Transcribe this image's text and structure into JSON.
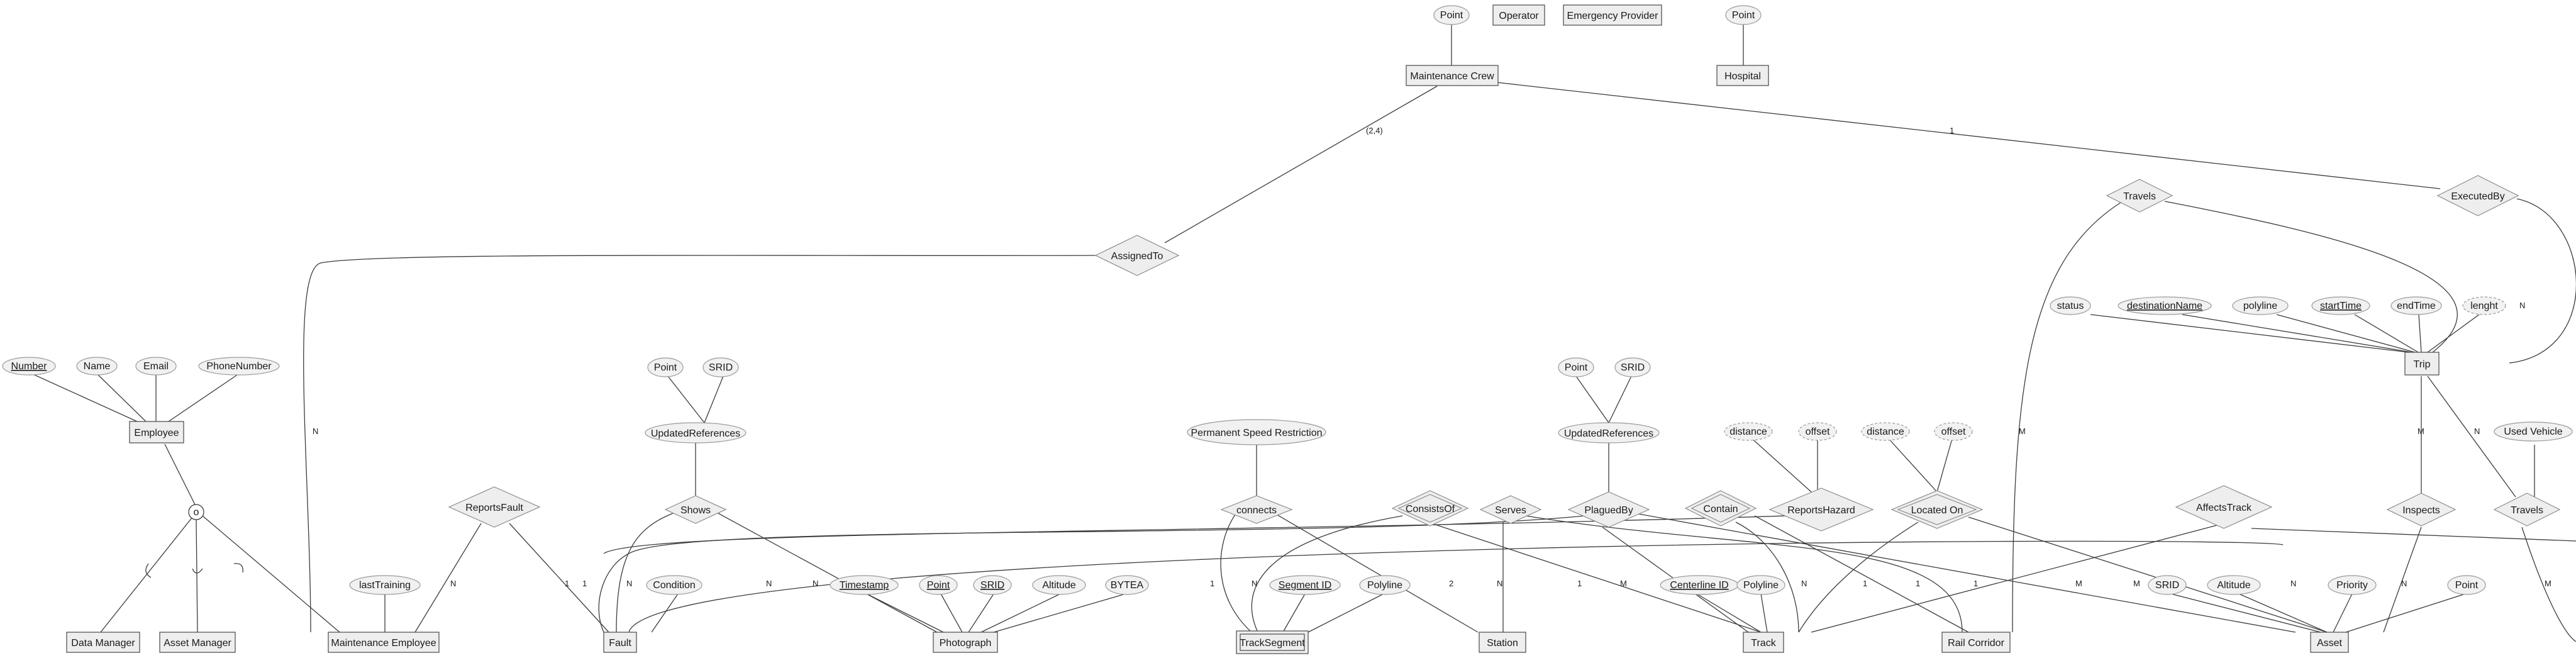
{
  "diagram": {
    "entities": [
      {
        "id": "maintenance_crew",
        "label": "Maintenance Crew"
      },
      {
        "id": "operator",
        "label": "Operator"
      },
      {
        "id": "emergency_provider",
        "label": "Emergency Provider"
      },
      {
        "id": "hospital",
        "label": "Hospital"
      },
      {
        "id": "employee",
        "label": "Employee"
      },
      {
        "id": "data_manager",
        "label": "Data Manager"
      },
      {
        "id": "asset_manager",
        "label": "Asset Manager"
      },
      {
        "id": "maintenance_employee",
        "label": "Maintenance Employee"
      },
      {
        "id": "fault",
        "label": "Fault"
      },
      {
        "id": "photograph",
        "label": "Photograph"
      },
      {
        "id": "track_segment",
        "label": "TrackSegment",
        "weak": true
      },
      {
        "id": "station",
        "label": "Station"
      },
      {
        "id": "track",
        "label": "Track"
      },
      {
        "id": "rail_corridor",
        "label": "Rail Corridor"
      },
      {
        "id": "asset",
        "label": "Asset"
      },
      {
        "id": "trip",
        "label": "Trip"
      }
    ],
    "relationships": [
      {
        "id": "assigned_to",
        "label": "AssignedTo"
      },
      {
        "id": "reports_fault",
        "label": "ReportsFault"
      },
      {
        "id": "shows",
        "label": "Shows"
      },
      {
        "id": "connects",
        "label": "connects"
      },
      {
        "id": "consists_of",
        "label": "ConsistsOf",
        "identifying": true
      },
      {
        "id": "serves",
        "label": "Serves"
      },
      {
        "id": "plagued_by",
        "label": "PlaguedBy"
      },
      {
        "id": "contain",
        "label": "Contain",
        "identifying": true
      },
      {
        "id": "reports_hazard",
        "label": "ReportsHazard"
      },
      {
        "id": "located_on",
        "label": "Located On",
        "identifying": true
      },
      {
        "id": "affects_track",
        "label": "AffectsTrack"
      },
      {
        "id": "inspects",
        "label": "Inspects"
      },
      {
        "id": "travels_top",
        "label": "Travels"
      },
      {
        "id": "executed_by",
        "label": "ExecutedBy"
      },
      {
        "id": "travels_right",
        "label": "Travels"
      }
    ],
    "attributes": [
      {
        "id": "a_point_crew",
        "label": "Point"
      },
      {
        "id": "a_point_hosp",
        "label": "Point"
      },
      {
        "id": "a_number",
        "label": "Number",
        "key": true
      },
      {
        "id": "a_name",
        "label": "Name"
      },
      {
        "id": "a_email",
        "label": "Email"
      },
      {
        "id": "a_phone",
        "label": "PhoneNumber"
      },
      {
        "id": "a_last_training",
        "label": "lastTraining"
      },
      {
        "id": "a_point_fault",
        "label": "Point"
      },
      {
        "id": "a_srid_fault",
        "label": "SRID"
      },
      {
        "id": "a_upd_ref_fault",
        "label": "UpdatedReferences"
      },
      {
        "id": "a_condition",
        "label": "Condition"
      },
      {
        "id": "a_timestamp",
        "label": "Timestamp",
        "key": true
      },
      {
        "id": "a_point_photo",
        "label": "Point",
        "key": true
      },
      {
        "id": "a_srid_photo",
        "label": "SRID",
        "key": true
      },
      {
        "id": "a_altitude_photo",
        "label": "Altitude"
      },
      {
        "id": "a_bytea",
        "label": "BYTEA"
      },
      {
        "id": "a_psr",
        "label": "Permanent Speed Restriction"
      },
      {
        "id": "a_segment_id",
        "label": "Segment ID",
        "key": true
      },
      {
        "id": "a_polyline_seg",
        "label": "Polyline"
      },
      {
        "id": "a_point_plague",
        "label": "Point"
      },
      {
        "id": "a_srid_plague",
        "label": "SRID"
      },
      {
        "id": "a_upd_ref_plague",
        "label": "UpdatedReferences"
      },
      {
        "id": "a_centerline_id",
        "label": "Centerline ID",
        "key": true
      },
      {
        "id": "a_polyline_track",
        "label": "Polyline"
      },
      {
        "id": "a_distance_hazard",
        "label": "distance",
        "derived": true
      },
      {
        "id": "a_offset_hazard",
        "label": "offset",
        "derived": true
      },
      {
        "id": "a_distance_loc",
        "label": "distance",
        "derived": true
      },
      {
        "id": "a_offset_loc",
        "label": "offset",
        "derived": true
      },
      {
        "id": "a_status",
        "label": "status"
      },
      {
        "id": "a_destination",
        "label": "destinationName",
        "key": true
      },
      {
        "id": "a_polyline_trip",
        "label": "polyline"
      },
      {
        "id": "a_start_time",
        "label": "startTime",
        "key": true
      },
      {
        "id": "a_end_time",
        "label": "endTime"
      },
      {
        "id": "a_lenght",
        "label": "lenght",
        "derived": true
      },
      {
        "id": "a_used_vehicle",
        "label": "Used Vehicle"
      },
      {
        "id": "a_srid_asset",
        "label": "SRID"
      },
      {
        "id": "a_altitude_asset",
        "label": "Altitude"
      },
      {
        "id": "a_priority",
        "label": "Priority"
      },
      {
        "id": "a_point_asset",
        "label": "Point"
      }
    ],
    "specialization_symbol": "o",
    "cardinalities": {
      "crew_assigned": "(2,4)",
      "crew_executed": "1",
      "assigned_memp": "N",
      "rf_memp": "N",
      "rf_fault": "1",
      "shows_fault": "1",
      "shows_photo": "N",
      "fault_memp": "N",
      "connects_seg": "1",
      "connects_station": "2",
      "consists_seg": "N",
      "consists_track": "1",
      "serves_station": "N",
      "serves_corr": "1",
      "plagued_track": "M",
      "plagued_fault": "N",
      "plagued_asset": "M",
      "contain_track": "N",
      "contain_corr": "1",
      "located_track": "1",
      "located_asset": "N",
      "affects_track": "M",
      "inspects_trip": "M",
      "inspects_asset": "N",
      "travels_corr": "M",
      "travels_trip": "N",
      "travels2_trip": "N",
      "travels2_asset": "M"
    }
  }
}
